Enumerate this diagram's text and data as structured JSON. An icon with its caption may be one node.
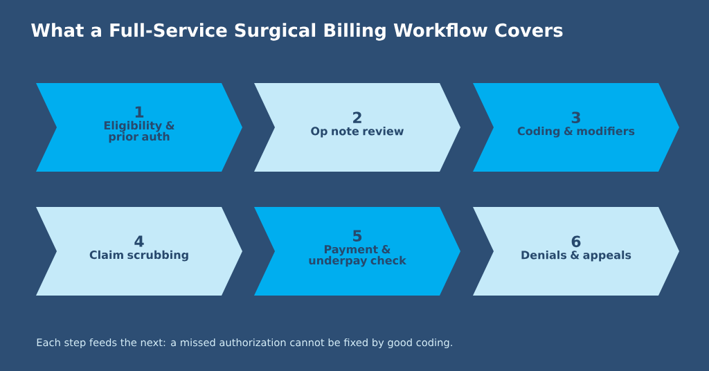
{
  "diagram": {
    "title": "What a Full-Service Surgical Billing Workflow Covers",
    "nodes": [
      {
        "text": [
          "1",
          "Eligibility & prior auth"
        ]
      },
      {
        "text": [
          "2",
          "Op note review"
        ]
      },
      {
        "text": [
          "3",
          "Coding & modifiers"
        ]
      },
      {
        "text": [
          "4",
          "Claim scrubbing"
        ]
      },
      {
        "text": [
          "5",
          "Payment & underpay check"
        ]
      },
      {
        "text": [
          "6",
          "Denials & appeals"
        ]
      }
    ],
    "caption": "Each step feeds the next: a missed authorization cannot be fixed by good coding."
  }
}
